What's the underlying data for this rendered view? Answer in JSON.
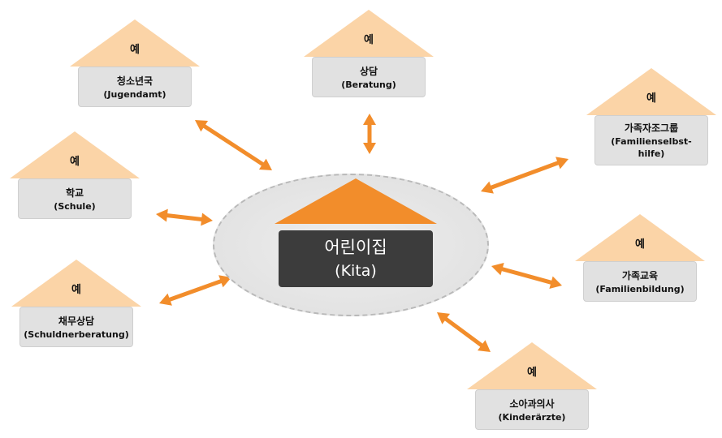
{
  "center": {
    "title": "어린이집",
    "subtitle": "(Kita)"
  },
  "colors": {
    "arrow": "#f28d2b",
    "roof": "#fbd4a7",
    "center_roof": "#f28d2b",
    "center_box": "#3c3c3c",
    "node_box": "#e1e1e1"
  },
  "nodes": [
    {
      "id": "jugendamt",
      "roof_label": "예",
      "ko": "청소년국",
      "de": "(Jugendamt)"
    },
    {
      "id": "beratung",
      "roof_label": "예",
      "ko": "상담",
      "de": "(Beratung)"
    },
    {
      "id": "familienselbsthilfe",
      "roof_label": "예",
      "ko": "가족자조그룹",
      "de": "(Familienselbst-hilfe)"
    },
    {
      "id": "schule",
      "roof_label": "예",
      "ko": "학교",
      "de": "(Schule)"
    },
    {
      "id": "familienbildung",
      "roof_label": "예",
      "ko": "가족교육",
      "de": "(Familienbildung)"
    },
    {
      "id": "schuldnerberatung",
      "roof_label": "예",
      "ko": "채무상담",
      "de": "(Schuldnerberatung)"
    },
    {
      "id": "kinderaerzte",
      "roof_label": "예",
      "ko": "소아과의사",
      "de": "(Kinderärzte)"
    }
  ]
}
